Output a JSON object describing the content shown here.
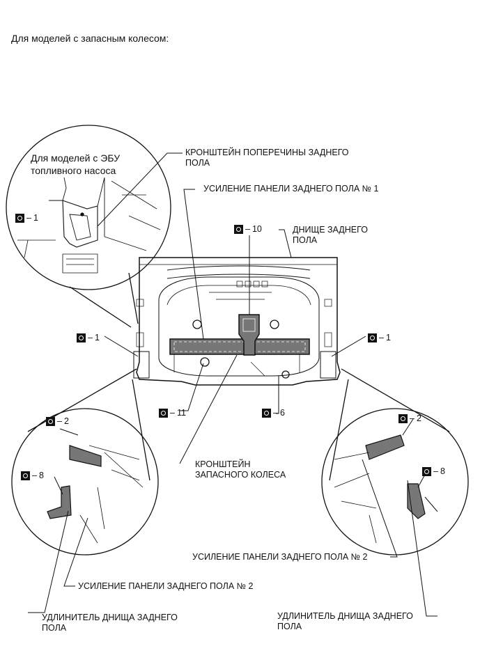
{
  "heading": "Для моделей с запасным колесом:",
  "inset_ecu": {
    "title_line1": "Для моделей с ЭБУ",
    "title_line2": "топливного насоса",
    "ref_1": "1"
  },
  "labels": {
    "crossmember_bracket_l1": "КРОНШТЕЙН ПОПЕРЕЧИНЫ ЗАДНЕГО",
    "crossmember_bracket_l2": "ПОЛА",
    "reinforcement_1": "УСИЛЕНИЕ ПАНЕЛИ ЗАДНЕГО ПОЛА № 1",
    "floor_pan_l1": "ДНИЩЕ ЗАДНЕГО",
    "floor_pan_l2": "ПОЛА",
    "spare_bracket_l1": "КРОНШТЕЙН",
    "spare_bracket_l2": "ЗАПАСНОГО КОЛЕСА",
    "reinforcement_2_right": "УСИЛЕНИЕ ПАНЕЛИ ЗАДНЕГО ПОЛА № 2",
    "reinforcement_2_left": "УСИЛЕНИЕ ПАНЕЛИ ЗАДНЕГО ПОЛА № 2",
    "extension_left_l1": "УДЛИНИТЕЛЬ ДНИЩА ЗАДНЕГО",
    "extension_left_l2": "ПОЛА",
    "extension_right_l1": "УДЛИНИТЕЛЬ ДНИЩА ЗАДНЕГО",
    "extension_right_l2": "ПОЛА"
  },
  "refs": {
    "r10": "10",
    "r1_left": "1",
    "r1_right": "1",
    "r11": "11",
    "r6": "6",
    "r2_left": "2",
    "r8_left": "8",
    "r2_right": "2",
    "r8_right": "8"
  },
  "icons": {
    "clip_symbol": "clip-square-icon"
  }
}
